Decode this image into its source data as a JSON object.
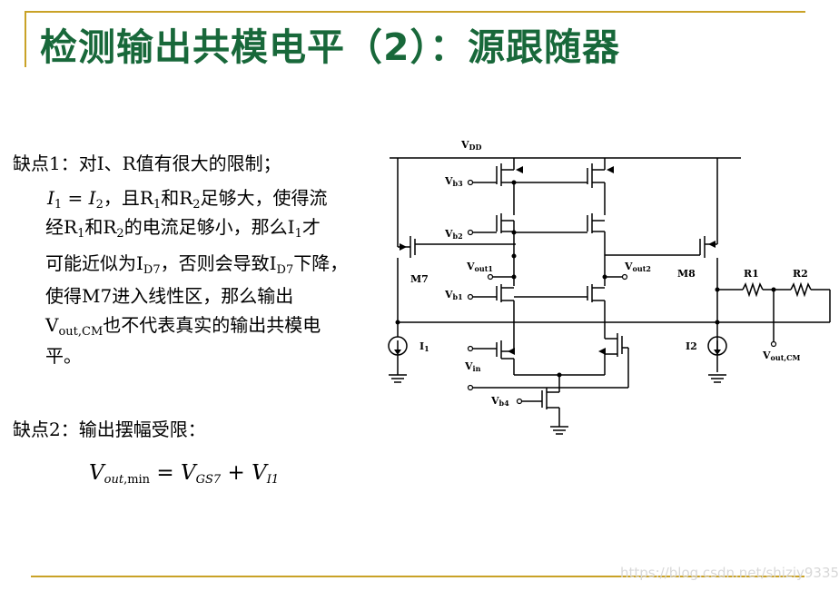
{
  "title": "检测输出共模电平（2）：源跟随器",
  "drawback1": {
    "heading": "缺点1：对I、R值有很大的限制；",
    "eq_i1": "I",
    "eq_i1_sub": "1",
    "eq_eq": " = ",
    "eq_i2": "I",
    "eq_i2_sub": "2",
    "line1_a": "，且R",
    "line1_sub1": "1",
    "line1_b": "和R",
    "line1_sub2": "2",
    "line1_c": "足够大，使得流",
    "line2_a": "经R",
    "line2_sub1": "1",
    "line2_b": "和R",
    "line2_sub2": "2",
    "line2_c": "的电流足够小，那么I",
    "line2_sub3": "1",
    "line2_d": "才",
    "line3_a": "可能近似为I",
    "line3_sub1": "D7",
    "line3_b": "，否则会导致I",
    "line3_sub2": "D7",
    "line3_c": "下降，",
    "line4": "使得M7进入线性区，那么输出",
    "line5_a": "V",
    "line5_sub": "out,CM",
    "line5_b": "也不代表真实的输出共模电",
    "line6": "平。"
  },
  "drawback2": {
    "heading": "缺点2：输出摆幅受限：",
    "f_v1": "V",
    "f_v1_sub": "out",
    "f_v1_sub2": ",min",
    "f_eq": " = ",
    "f_v2": "V",
    "f_v2_sub": "GS7",
    "f_plus": " + ",
    "f_v3": "V",
    "f_v3_sub": "I1"
  },
  "circuit": {
    "vdd": "V",
    "vdd_sub": "DD",
    "vb3": "V",
    "vb3_sub": "b3",
    "vb2": "V",
    "vb2_sub": "b2",
    "vb1": "V",
    "vb1_sub": "b1",
    "vb4": "V",
    "vb4_sub": "b4",
    "vout1": "V",
    "vout1_sub": "out1",
    "vout2": "V",
    "vout2_sub": "out2",
    "vin": "V",
    "vin_sub": "in",
    "m7": "M7",
    "m8": "M8",
    "r1": "R1",
    "r2": "R2",
    "i1": "I",
    "i1_sub": "1",
    "i2": "I2",
    "voutcm": "V",
    "voutcm_sub": "out,CM"
  },
  "watermark": "https://blog.csdn.net/shiziy9335"
}
